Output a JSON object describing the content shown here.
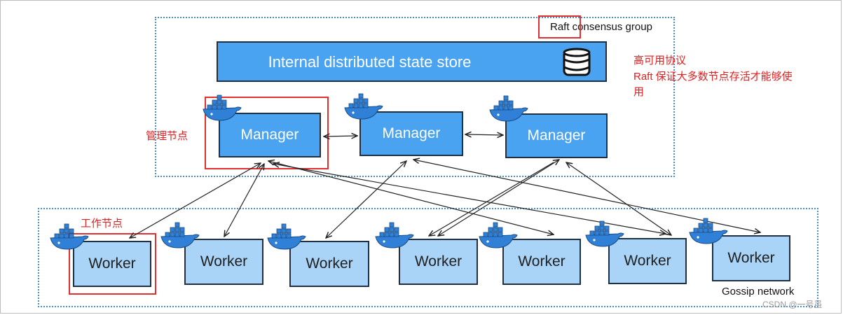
{
  "diagram": {
    "raft_group_label": "Raft consensus group",
    "gossip_label": "Gossip network",
    "store_label": "Internal distributed state store",
    "manager_label": "Manager",
    "worker_label": "Worker",
    "annotations": {
      "manager_node": "管理节点",
      "worker_node": "工作节点",
      "ha_protocol_line1": "高可用协议",
      "ha_protocol_line2": "Raft 保证大多数节点存活才能够使",
      "ha_protocol_line3": "用"
    },
    "watermark": "CSDN @一号虽"
  },
  "colors": {
    "manager_fill": "#4aa3f0",
    "worker_fill": "#a9d4f7",
    "border_dark": "#1f2f44",
    "annotation_red": "#e02020",
    "group_border": "#4a90c8",
    "docker_blue": "#2f80d6"
  },
  "icons": [
    "docker-whale-icon",
    "database-icon"
  ]
}
